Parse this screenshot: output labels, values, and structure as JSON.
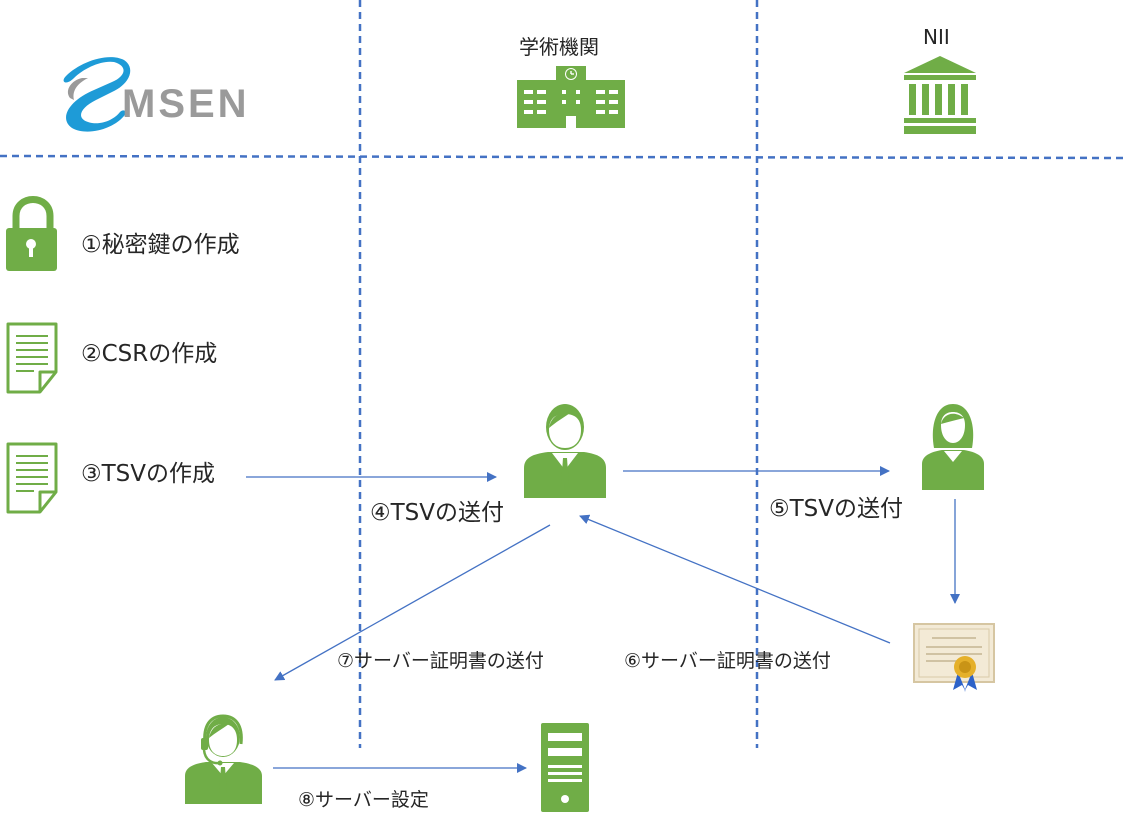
{
  "colors": {
    "green": "#70ad47",
    "blue": "#4472c4",
    "divider": "#4472c4",
    "logo_blue": "#1e9bd7",
    "logo_gray": "#9a9a9a"
  },
  "logo": {
    "text": "MSEN"
  },
  "columns": {
    "institution": {
      "title": "学術機関",
      "icon": "school-building-icon"
    },
    "nii": {
      "title": "NII",
      "icon": "bank-building-icon"
    }
  },
  "steps": {
    "s1": {
      "label": "①秘密鍵の作成",
      "icon": "padlock-icon"
    },
    "s2": {
      "label": "②CSRの作成",
      "icon": "document-icon"
    },
    "s3": {
      "label": "③TSVの作成",
      "icon": "document-icon"
    },
    "s4": {
      "label": "④TSVの送付"
    },
    "s5": {
      "label": "⑤TSVの送付"
    },
    "s6": {
      "label": "⑥サーバー証明書の送付"
    },
    "s7": {
      "label": "⑦サーバー証明書の送付"
    },
    "s8": {
      "label": "⑧サーバー設定"
    }
  },
  "actors": {
    "admin": "businessman-icon",
    "nii_staff": "businesswoman-icon",
    "operator": "headset-operator-icon",
    "certificate": "certificate-icon",
    "server": "server-icon"
  }
}
